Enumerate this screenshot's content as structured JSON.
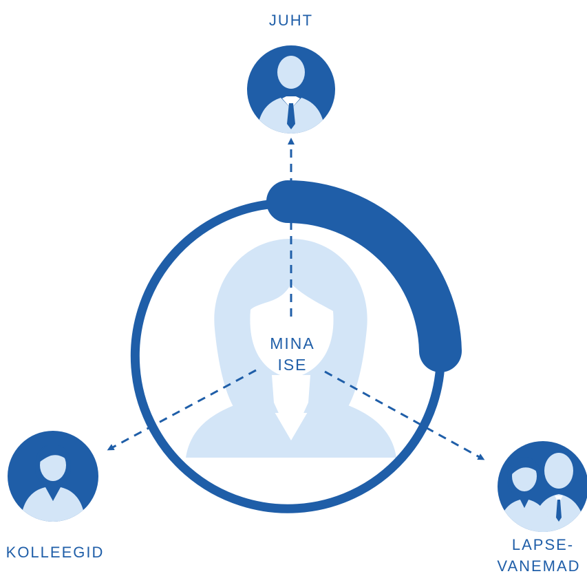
{
  "colors": {
    "primary_blue": "#1f5ea8",
    "light_blue": "#d3e5f7",
    "white": "#ffffff"
  },
  "center": {
    "label_line1": "MINA",
    "label_line2": "ISE",
    "icon": "woman-silhouette-icon"
  },
  "nodes": {
    "top": {
      "label": "JUHT",
      "icon": "man-in-suit-icon"
    },
    "left": {
      "label": "KOLLEEGID",
      "icon": "woman-colleague-icon"
    },
    "right": {
      "label_line1": "LAPSE-",
      "label_line2": "VANEMAD",
      "icon": "parents-couple-icon"
    }
  }
}
